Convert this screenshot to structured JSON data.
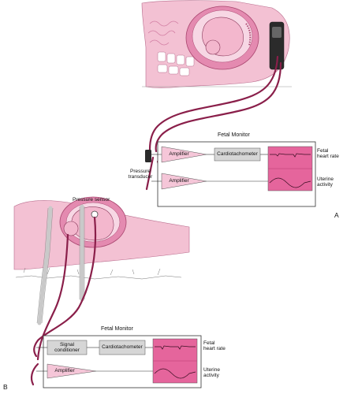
{
  "panel_a": {
    "panel_letter": "A",
    "monitor_title": "Fetal Monitor",
    "amplifier_top": "Amplifier",
    "cardiotachometer": "Cardiotachometer",
    "amplifier_bottom": "Amplifier",
    "fetal_heart_rate": "Fetal heart rate",
    "uterine_activity": "Uterine activity",
    "pressure_transducer": "Pressure transducer"
  },
  "panel_b": {
    "panel_letter": "B",
    "pressure_sensor": "Pressure sensor",
    "monitor_title": "Fetal Monitor",
    "signal_conditioner": "Signal conditioner",
    "cardiotachometer": "Cardiotachometer",
    "amplifier": "Amplifier",
    "fetal_heart_rate": "Fetal heart rate",
    "uterine_activity": "Uterine activity"
  },
  "colors": {
    "skin": "#f3c1d3",
    "skin_dark": "#e48ab0",
    "cable": "#8a1f4a",
    "box_gray": "#d6d6d6",
    "amp_pink": "#f5c6d8",
    "display_pink": "#e5659c",
    "belt": "#c9c9c9"
  }
}
